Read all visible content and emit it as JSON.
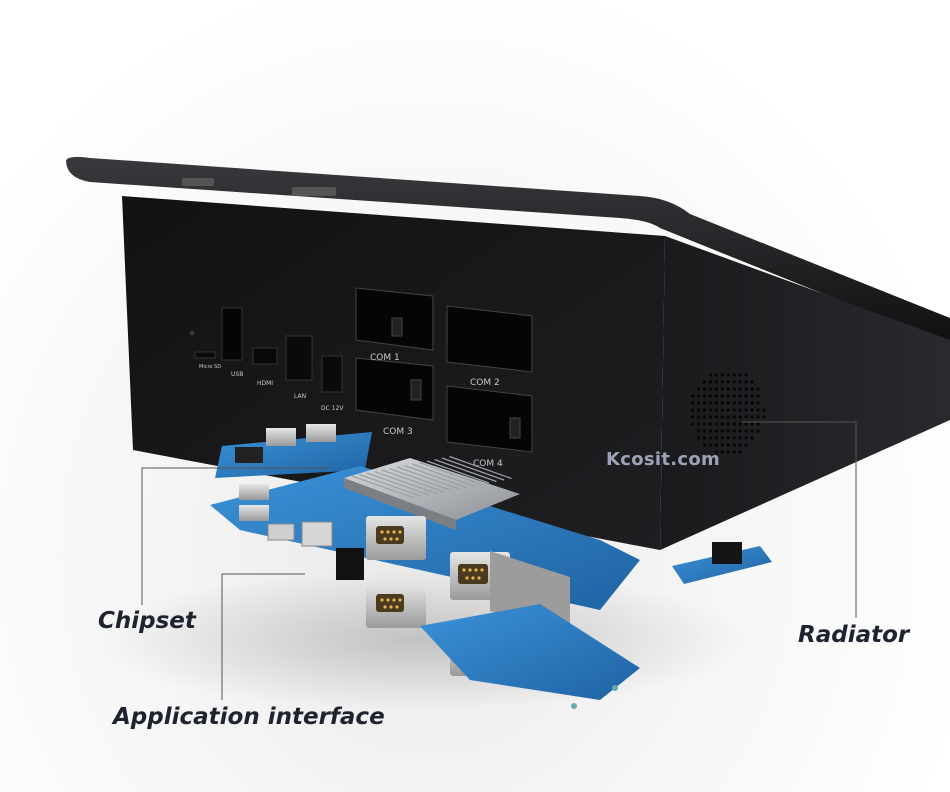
{
  "callouts": {
    "chipset": "Chipset",
    "radiator": "Radiator",
    "application_interface": "Application interface"
  },
  "watermark": "Kcosit.com",
  "port_labels": {
    "com1": "COM 1",
    "com2": "COM 2",
    "com3": "COM 3",
    "com4": "COM 4",
    "usb": "USB",
    "hdmi": "HDMI",
    "lan": "LAN",
    "dc": "DC 12V",
    "micro_sd": "Micro SD"
  },
  "colors": {
    "device_body": "#1c1c1e",
    "pcb": "#2f7fc4",
    "heatsink": "#b9bcc1",
    "label_text": "#1e2330",
    "leader_line": "#555555"
  }
}
